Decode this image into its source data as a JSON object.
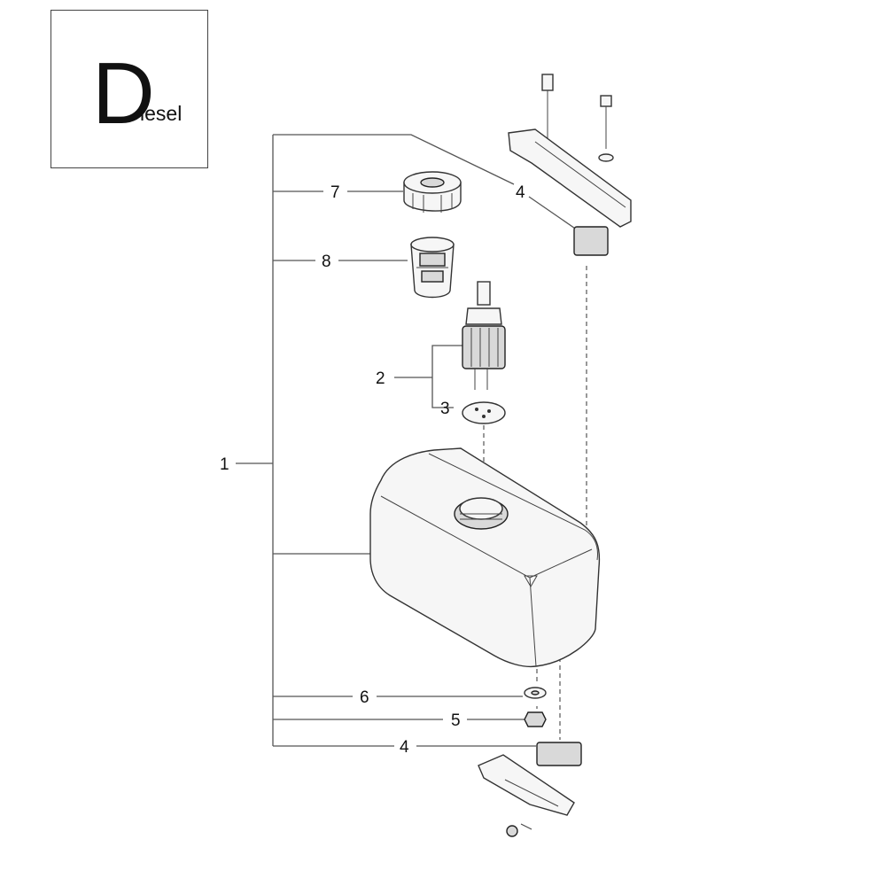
{
  "logo": {
    "letter": "D",
    "suffix": "iesel"
  },
  "callouts": {
    "c1": "1",
    "c2": "2",
    "c3": "3",
    "c4_top": "4",
    "c4_bottom": "4",
    "c5": "5",
    "c6": "6",
    "c7": "7",
    "c8": "8"
  }
}
